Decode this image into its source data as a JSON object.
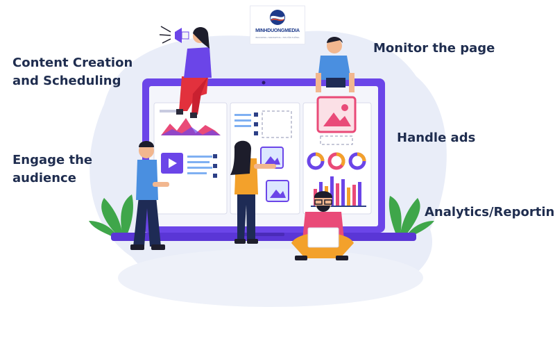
{
  "labels": {
    "content_creation": [
      "Content Creation",
      "and Scheduling"
    ],
    "monitor": "Monitor the page",
    "handle_ads": "Handle ads",
    "engage": [
      "Engage the",
      "audience"
    ],
    "analytics": "Analytics/Reporting"
  },
  "logo": {
    "name": "MINHDUONGMEDIA",
    "tagline": "BRANDING • MARKETING • TRUYỀN THÔNG",
    "icon": "globe-logo-icon"
  },
  "icons": {
    "play": "play-icon",
    "image": "image-icon",
    "megaphone": "megaphone-icon",
    "plant": "leaf-plant-icon"
  },
  "colors": {
    "laptop": "#6b45e8",
    "text": "#1f2d4f",
    "blob": "#e9edf8",
    "accent_pink": "#e94a78",
    "accent_orange": "#f3a12b",
    "leaf": "#3fa64a"
  }
}
